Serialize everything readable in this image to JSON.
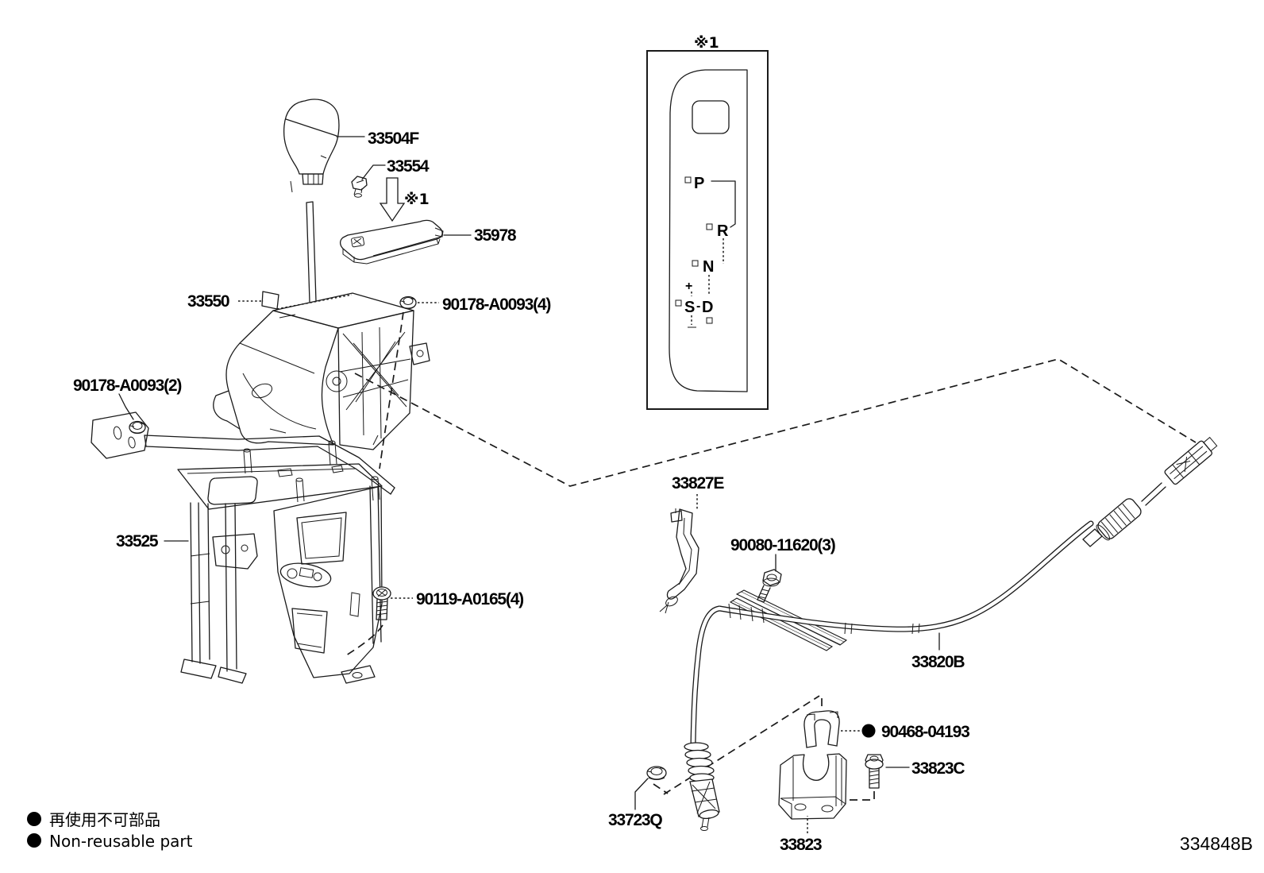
{
  "drawing_code": "334848B",
  "legend": {
    "bullet": "●",
    "jp": "再使用不可部品",
    "en": "Non-reusable part"
  },
  "inset": {
    "note": "※1",
    "gate": {
      "p": "P",
      "r": "R",
      "n": "N",
      "s": "S",
      "d": "D",
      "plus": "+",
      "sd_dash": "-"
    }
  },
  "arrow_note": "※1",
  "labels": {
    "knob": "33504F",
    "clip": "33554",
    "slide_cover": "35978",
    "lever_assy": "33550",
    "nut4": "90178-A0093(4)",
    "nut2": "90178-A0093(2)",
    "bracket": "33525",
    "screw4": "90119-A0165(4)",
    "cable_bracket": "33827E",
    "bolt3": "90080-11620(3)",
    "cable": "33820B",
    "uclip": "90468-04193",
    "clamp_bolt": "33823C",
    "lock_nut": "33723Q",
    "clamp_bracket": "33823"
  },
  "colors": {
    "ink": "#1a1a1a",
    "paper": "#ffffff"
  }
}
